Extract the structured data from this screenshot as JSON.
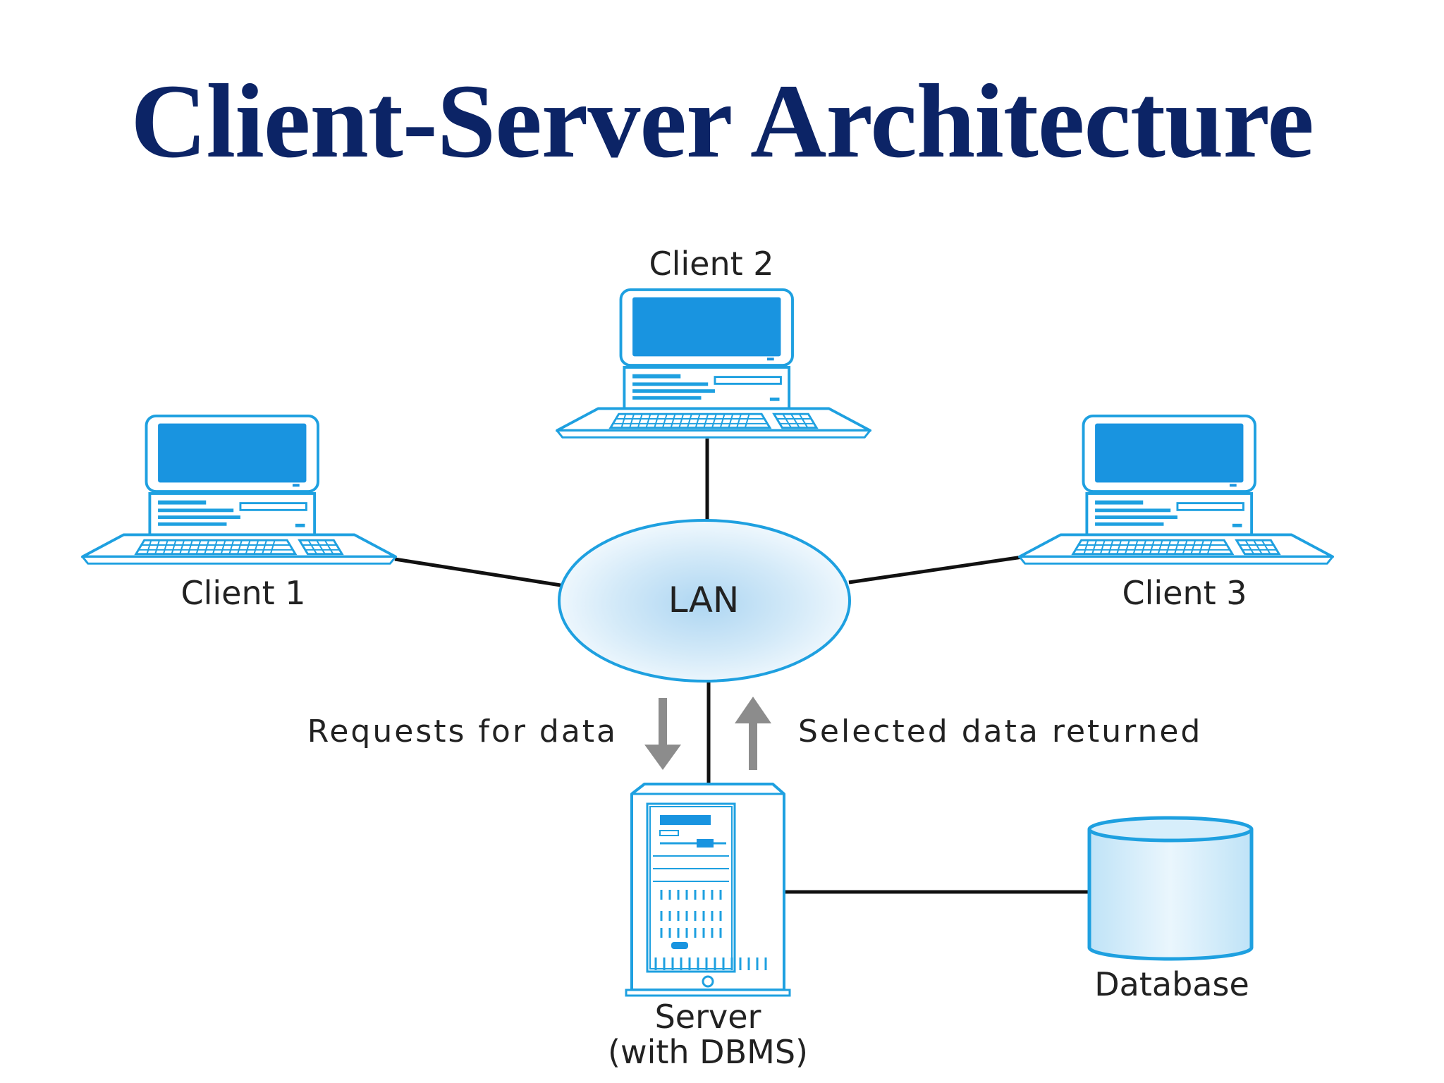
{
  "title": "Client-Server Architecture",
  "nodes": {
    "client1": "Client 1",
    "client2": "Client 2",
    "client3": "Client 3",
    "lan": "LAN",
    "server_line1": "Server",
    "server_line2": "(with DBMS)",
    "database": "Database"
  },
  "flows": {
    "request": "Requests for data",
    "response": "Selected data returned"
  },
  "colors": {
    "title": "#0c2466",
    "outline": "#1ea0e0",
    "screen": "#1994e0",
    "arrow": "#8c8c8c"
  }
}
